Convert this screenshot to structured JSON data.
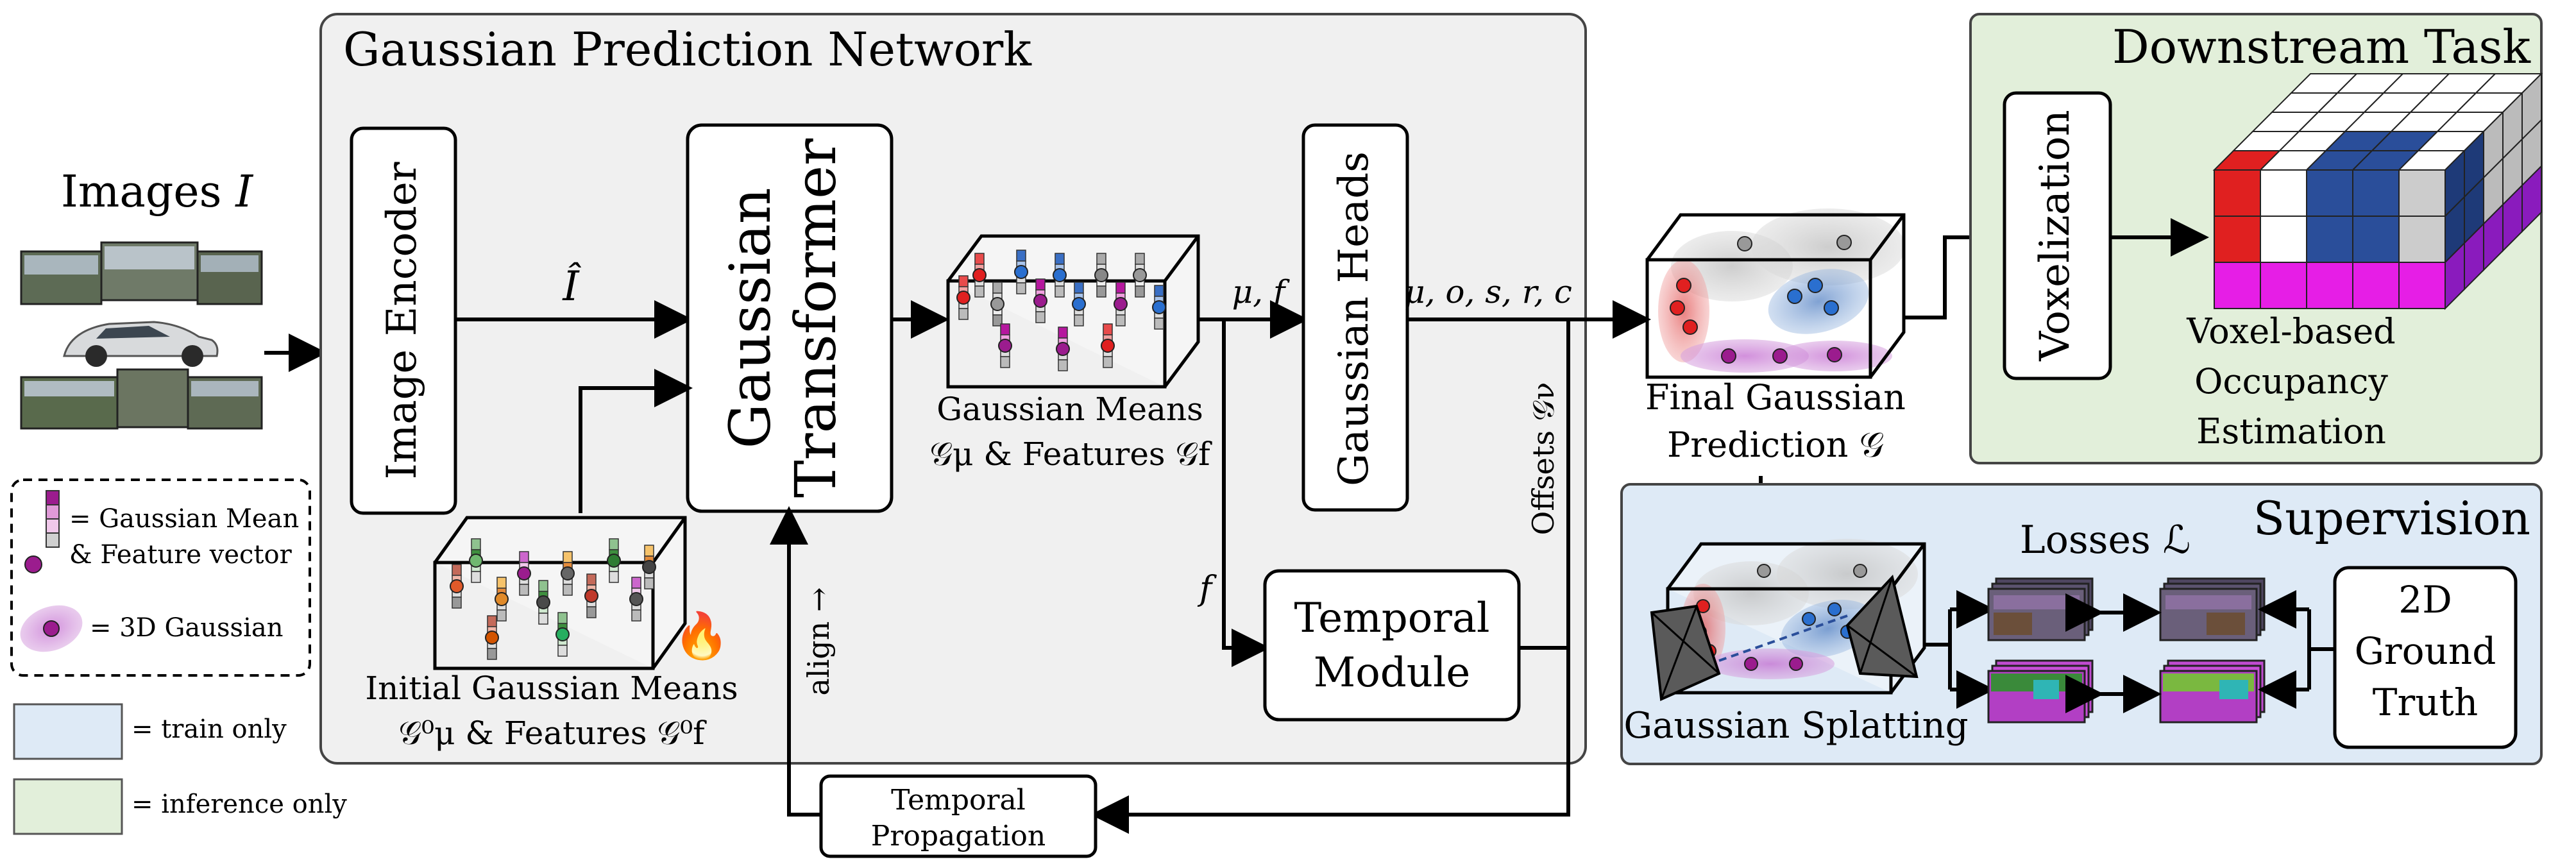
{
  "images": {
    "title": "Images",
    "symbol": "I"
  },
  "legend": {
    "mean_feature_line1": "= Gaussian Mean",
    "mean_feature_line2": "& Feature vector",
    "gaussian_3d": "= 3D Gaussian",
    "train_only": "= train only",
    "inference_only": "= inference only"
  },
  "network": {
    "title": "Gaussian Prediction Network",
    "image_encoder": "Image Encoder",
    "i_hat": "Î",
    "transformer_line1": "Gaussian",
    "transformer_line2": "Transformer",
    "gaussian_means_line1": "Gaussian Means",
    "gaussian_means_line2": "𝒢μ & Features 𝒢f",
    "mu_f": "μ, f",
    "heads": "Gaussian Heads",
    "head_outputs": "μ, o, s, r, c",
    "offsets": "Offsets 𝒢ν",
    "f_label": "f",
    "temporal_module_line1": "Temporal",
    "temporal_module_line2": "Module",
    "initial_line1": "Initial Gaussian Means",
    "initial_line2": "𝒢⁰μ & Features 𝒢⁰f",
    "align": "align →",
    "fire_icon": "fire"
  },
  "temporal_propagation": {
    "line1": "Temporal",
    "line2": "Propagation"
  },
  "final": {
    "line1": "Final Gaussian",
    "line2": "Prediction 𝒢"
  },
  "downstream": {
    "title": "Downstream Task",
    "voxelization": "Voxelization",
    "occ_line1": "Voxel-based",
    "occ_line2": "Occupancy",
    "occ_line3": "Estimation"
  },
  "supervision": {
    "title": "Supervision",
    "losses": "Losses ℒ",
    "splatting": "Gaussian Splatting",
    "gt_line1": "2D",
    "gt_line2": "Ground",
    "gt_line3": "Truth"
  },
  "colors": {
    "network_bg": "#f0f0f0",
    "downstream_bg": "#e2efda",
    "supervision_bg": "#deeaf6",
    "purple": "#b5179e",
    "red": "#e02020",
    "blue": "#2a4e9a",
    "magenta": "#e61ee6"
  }
}
